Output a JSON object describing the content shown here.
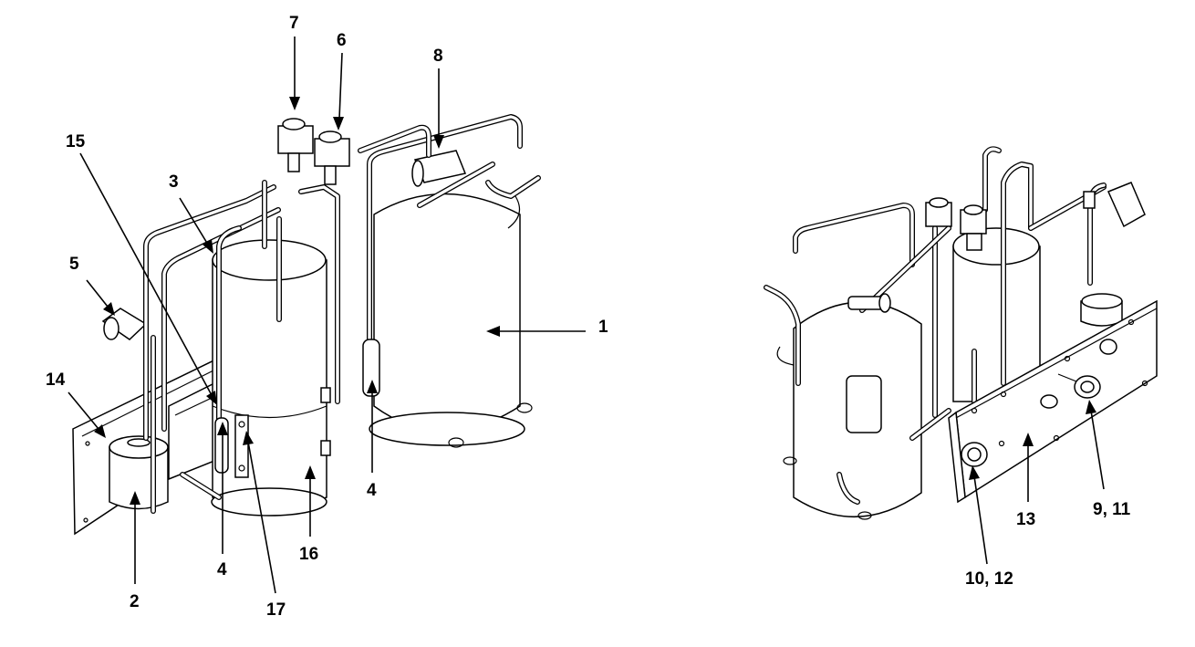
{
  "left_view": {
    "callouts": [
      {
        "id": "c1",
        "label": "1"
      },
      {
        "id": "c2",
        "label": "2"
      },
      {
        "id": "c3",
        "label": "3"
      },
      {
        "id": "c4a",
        "label": "4"
      },
      {
        "id": "c4b",
        "label": "4"
      },
      {
        "id": "c5",
        "label": "5"
      },
      {
        "id": "c6",
        "label": "6"
      },
      {
        "id": "c7",
        "label": "7"
      },
      {
        "id": "c8",
        "label": "8"
      },
      {
        "id": "c14",
        "label": "14"
      },
      {
        "id": "c15",
        "label": "15"
      },
      {
        "id": "c16",
        "label": "16"
      },
      {
        "id": "c17",
        "label": "17"
      }
    ]
  },
  "right_view": {
    "callouts": [
      {
        "id": "c9_11",
        "label": "9, 11"
      },
      {
        "id": "c10_12",
        "label": "10, 12"
      },
      {
        "id": "c13",
        "label": "13"
      }
    ]
  }
}
